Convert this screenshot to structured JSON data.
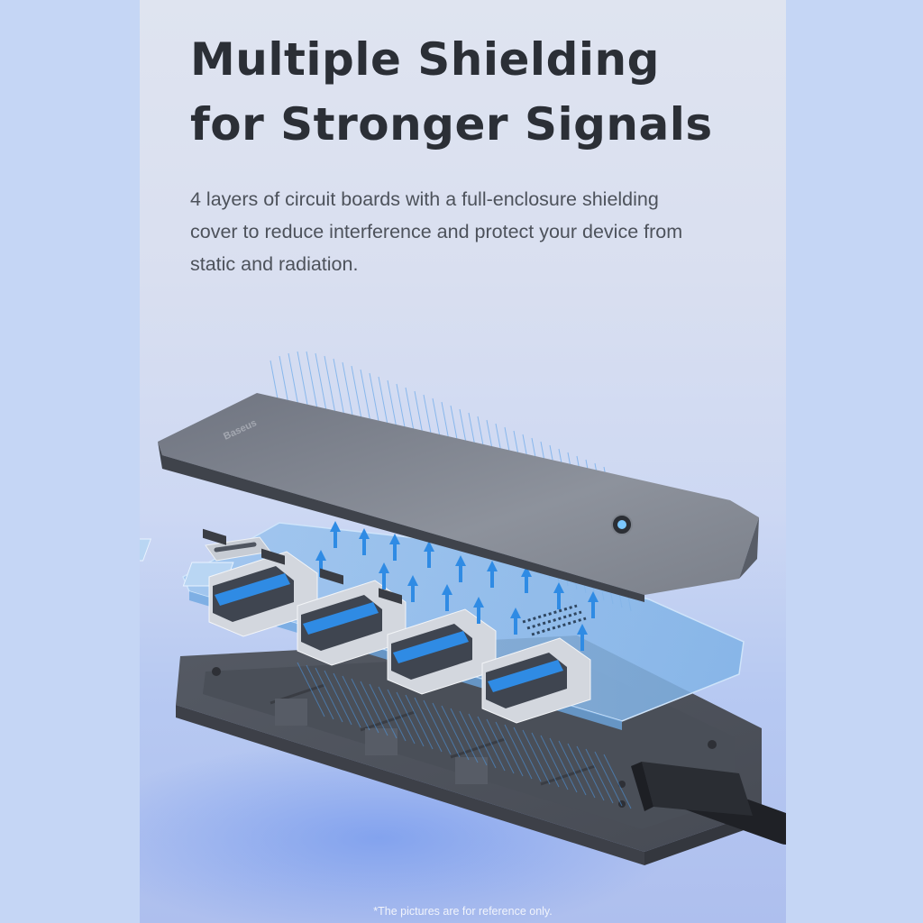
{
  "headline": {
    "line1": "Multiple Shielding",
    "line2": "for Stronger Signals"
  },
  "description": {
    "line1": "4 layers of circuit boards with a full-enclosure shielding",
    "line2": "cover to reduce interference and protect your device from",
    "line3": "static and radiation."
  },
  "product": {
    "brand_mark": "Baseus",
    "usb_port_count": 4
  },
  "colors": {
    "side_background": "#c5d6f5",
    "headline_text": "#2b2f36",
    "body_text": "#4d525b",
    "usb_blue": "#2f8be4",
    "shell_grey": "#5d626d"
  },
  "footnote": "*The pictures are for reference only."
}
